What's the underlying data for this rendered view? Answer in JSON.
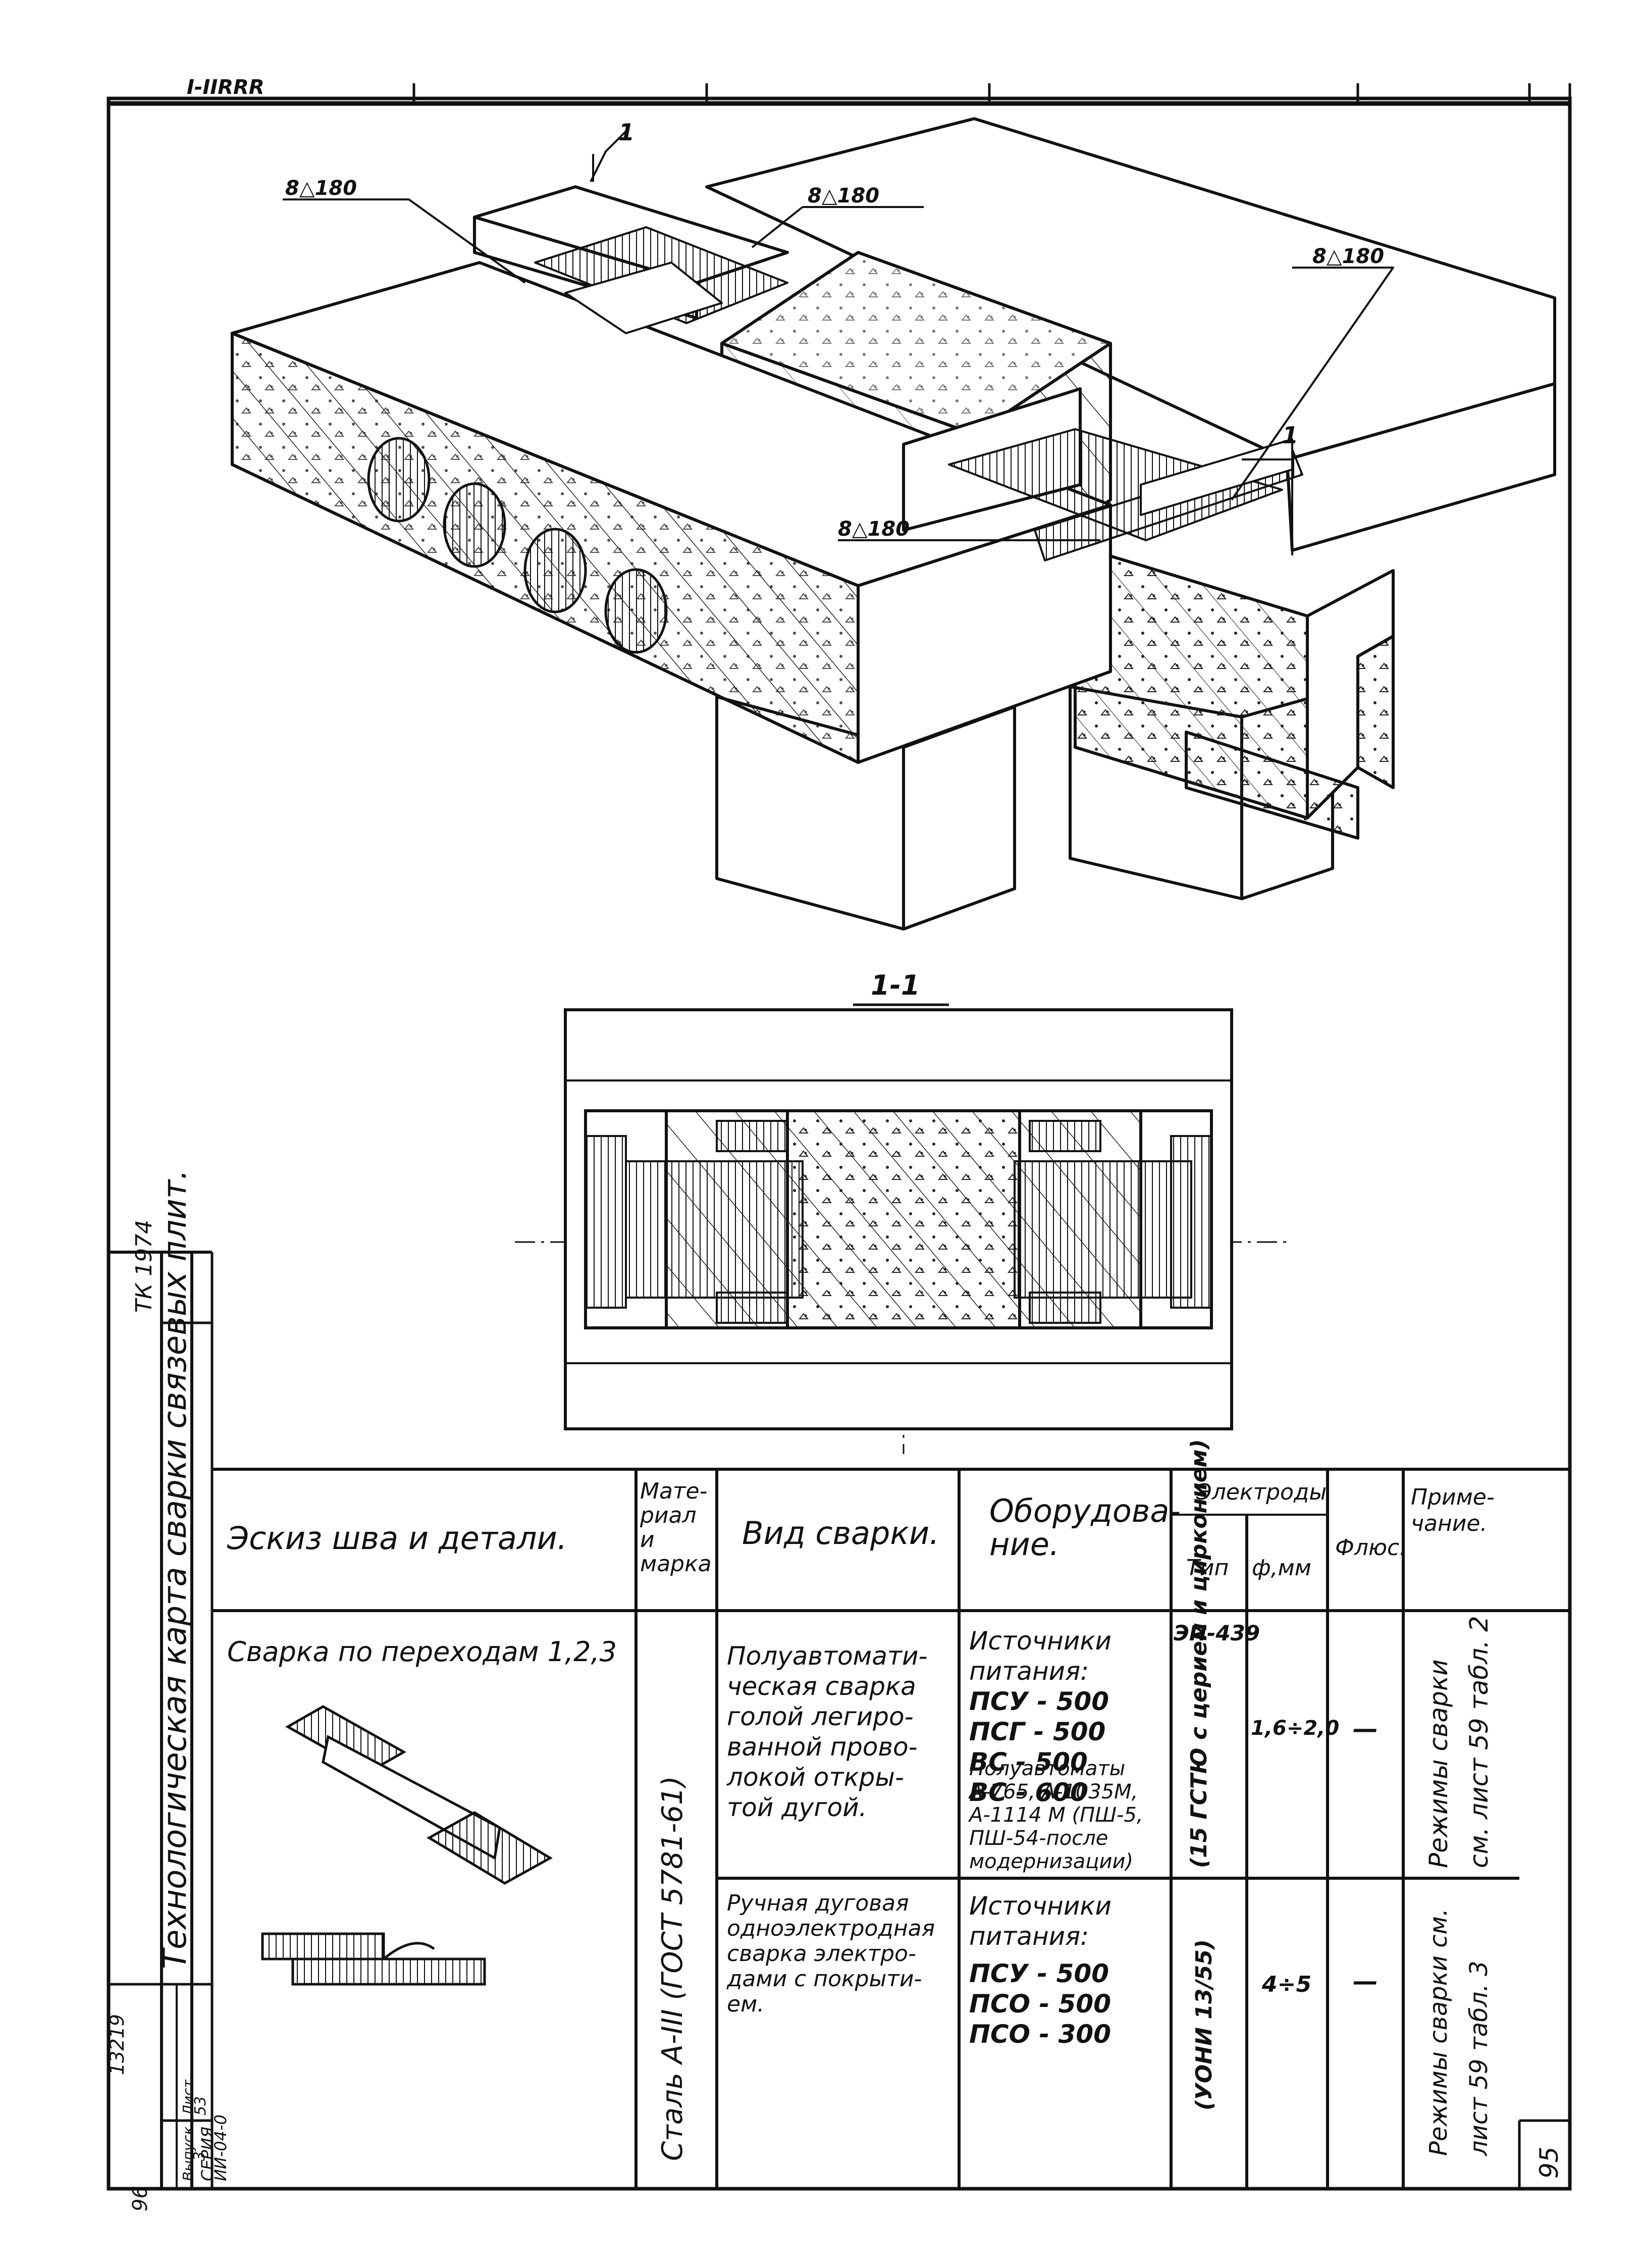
{
  "header_smudge": "I-IIRRR",
  "section_mark": "1",
  "section_title": "1-1",
  "weld_callouts": [
    "8△180",
    "8△180",
    "8△180",
    "8△180"
  ],
  "side_title_code": "ТК 1974",
  "side_title": "Технологическая карта сварки связевых плит.",
  "series": {
    "label": "СЕРИЯ",
    "code": "ИИ-04-0",
    "issue_label": "Выпуск",
    "issue": "3",
    "sheet_label": "Лист",
    "sheet": "53"
  },
  "doc_number": "13219",
  "page_number_left": "96",
  "page_number_right": "95",
  "table": {
    "headers": {
      "sketch": "Эскиз шва и детали.",
      "material": "Мате-риал и марка",
      "weld_type": "Вид сварки.",
      "equipment": "Оборудова-ние.",
      "electrodes": "Электроды",
      "el_type": "Тип",
      "el_diameter": "ф,мм",
      "flux": "Флюс.",
      "note": "Приме-чание."
    },
    "sketch_caption": "Сварка по переходам 1,2,3",
    "material_value": "Сталь  А-III  (ГОСТ 5781-61)",
    "rows": [
      {
        "weld_type": [
          "Полуавтомати-",
          "ческая сварка",
          "голой легиро-",
          "ванной прово-",
          "локой откры-",
          "той дугой."
        ],
        "equipment_title": [
          "Источники",
          "питания:"
        ],
        "equipment_list": [
          "ПСУ - 500",
          "ПСГ - 500",
          "ВС - 500",
          "ВС - 600"
        ],
        "equipment_extra": [
          "Полуавтоматы",
          "А-765, А-1035М,",
          "А-1114 М (ПШ-5,",
          "ПШ-54-после",
          "модернизации)"
        ],
        "el_type_top": "ЭП-439",
        "el_type_rot": "(15 ГСТЮ с церием и цирконием)",
        "el_diameter": "1,6÷2,0",
        "flux": "—",
        "note": "Режимы сварки см. лист 59  табл. 2"
      },
      {
        "weld_type": [
          "Ручная дуговая",
          "одноэлектродная",
          "сварка электро-",
          "дами с покрыти-",
          "ем."
        ],
        "equipment_title": [
          "Источники",
          "питания:"
        ],
        "equipment_list": [
          "ПСУ - 500",
          "ПСО - 500",
          "ПСО - 300"
        ],
        "equipment_extra": [],
        "el_type_rot": "(УОНИ 13/55)",
        "el_diameter": "4÷5",
        "flux": "—",
        "note": "Режимы сварки см. лист 59 табл. 3"
      }
    ]
  }
}
